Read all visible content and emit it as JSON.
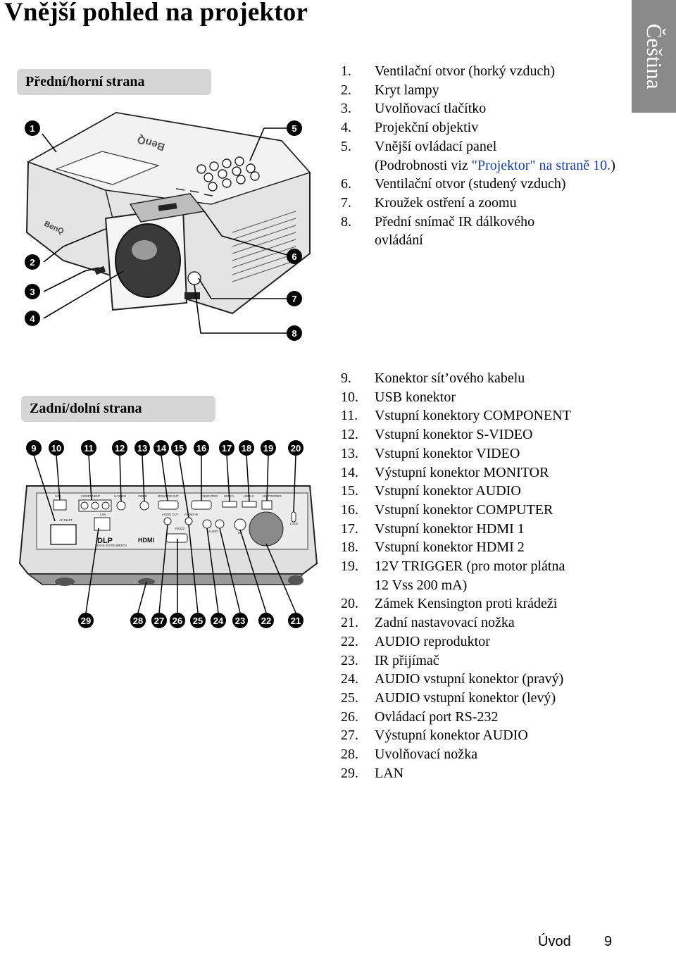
{
  "page": {
    "title": "Vnější pohled na projektor",
    "language_tab": "Čeština",
    "footer_section": "Úvod",
    "footer_page": "9"
  },
  "front": {
    "heading": "Přední/horní strana",
    "items": [
      {
        "num": "1.",
        "text": "Ventilační otvor (horký vzduch)"
      },
      {
        "num": "2.",
        "text": "Kryt lampy"
      },
      {
        "num": "3.",
        "text": "Uvolňovací tlačítko"
      },
      {
        "num": "4.",
        "text": "Projekční objektiv"
      },
      {
        "num": "5.",
        "text": "Vnější ovládací panel",
        "line2": "(Podrobnosti viz ",
        "link": "\"Projektor\" na straně  10.",
        "line3_tail": ")"
      },
      {
        "num": "6.",
        "text": "Ventilační otvor (studený vzduch)"
      },
      {
        "num": "7.",
        "text": "Kroužek ostření a zoomu"
      },
      {
        "num": "8.",
        "text": "Přední snímač IR dálkového\novládání"
      }
    ],
    "callouts": [
      "1",
      "2",
      "3",
      "4",
      "5",
      "6",
      "7",
      "8"
    ],
    "brand": "BenQ"
  },
  "rear": {
    "heading": "Zadní/dolní strana",
    "items": [
      {
        "num": "9.",
        "text": "Konektor sít’ového kabelu"
      },
      {
        "num": "10.",
        "text": "USB konektor"
      },
      {
        "num": "11.",
        "text": "Vstupní konektory COMPONENT"
      },
      {
        "num": "12.",
        "text": "Vstupní konektor S-VIDEO"
      },
      {
        "num": "13.",
        "text": "Vstupní konektor VIDEO"
      },
      {
        "num": "14.",
        "text": "Výstupní konektor MONITOR"
      },
      {
        "num": "15.",
        "text": "Vstupní konektor AUDIO"
      },
      {
        "num": "16.",
        "text": "Vstupní konektor COMPUTER"
      },
      {
        "num": "17.",
        "text": "Vstupní konektor HDMI 1"
      },
      {
        "num": "18.",
        "text": "Vstupní konektor HDMI 2"
      },
      {
        "num": "19.",
        "text": "12V TRIGGER (pro motor plátna\n12 Vss 200 mA)"
      },
      {
        "num": "20.",
        "text": "Zámek Kensington proti krádeži"
      },
      {
        "num": "21.",
        "text": "Zadní nastavovací nožka"
      },
      {
        "num": "22.",
        "text": "AUDIO reproduktor"
      },
      {
        "num": "23.",
        "text": "IR přijímač"
      },
      {
        "num": "24.",
        "text": "AUDIO vstupní konektor (pravý)"
      },
      {
        "num": "25.",
        "text": "AUDIO vstupní konektor (levý)"
      },
      {
        "num": "26.",
        "text": "Ovládací port RS-232"
      },
      {
        "num": "27.",
        "text": "Výstupní konektor AUDIO"
      },
      {
        "num": "28.",
        "text": "Uvolňovací nožka"
      },
      {
        "num": "29.",
        "text": "LAN"
      }
    ],
    "callouts_top": [
      "9",
      "10",
      "11",
      "12",
      "13",
      "14",
      "15",
      "16",
      "17",
      "18",
      "19",
      "20"
    ],
    "callouts_bottom": [
      "29",
      "28",
      "27",
      "26",
      "25",
      "24",
      "23",
      "22",
      "21"
    ],
    "panel_labels": {
      "usb": "USB",
      "component": "COMPONENT",
      "svideo": "S-VIDEO",
      "video": "VIDEO",
      "monitor_out": "MONITOR OUT",
      "computer": "COMPUTER",
      "hdmi1": "HDMI 1",
      "hdmi2": "HDMI 2",
      "trigger": "12V TRIGGER",
      "ac_inlet": "AC INLET",
      "lan": "LAN",
      "audio_out": "AUDIO OUT",
      "audio_in": "AUDIO IN",
      "rs232": "RS232",
      "audio": "AUDIO",
      "ir": "IR",
      "lock": "LOCK",
      "dlp": "DLP",
      "ti": "TEXAS INSTRUMENTS",
      "hdmi_logo": "HDMI"
    }
  }
}
